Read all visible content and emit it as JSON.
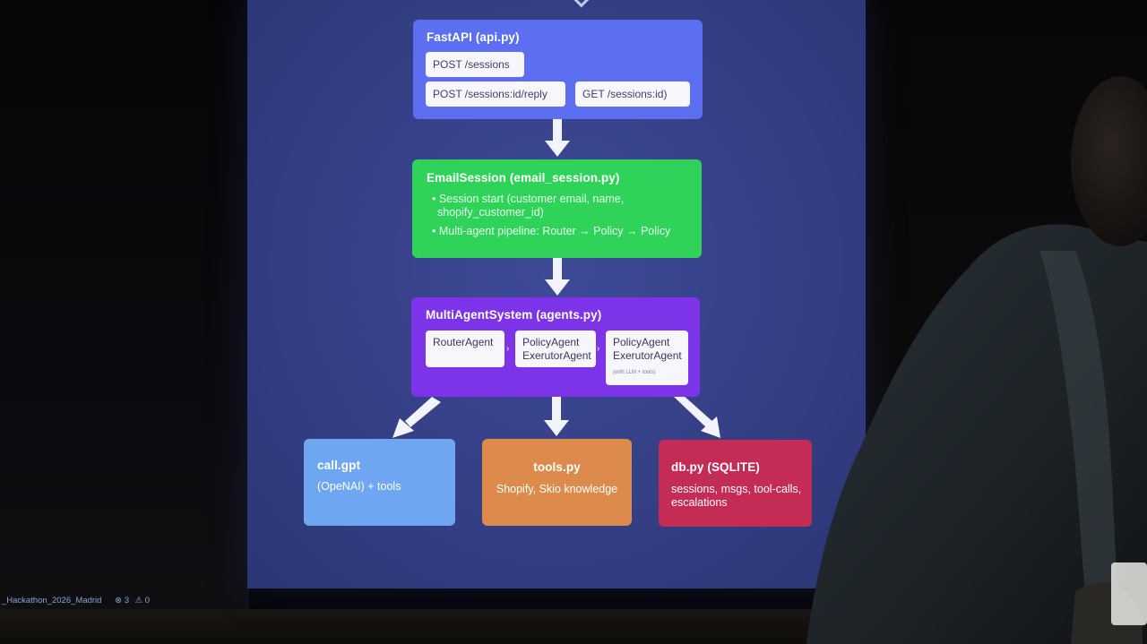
{
  "slide": {
    "fastapi": {
      "title": "FastAPI (api.py)",
      "endpoints": [
        "POST /sessions",
        "POST /sessions:id/reply",
        "GET /sessions:id)"
      ]
    },
    "email_session": {
      "title": "EmailSession (email_session.py)",
      "bullets": [
        "• Session start (customer email, name,",
        "shopify_customer_id)",
        "• Multi-agent pipeline: Router → Policy → Policy"
      ]
    },
    "multi_agent": {
      "title": "MultiAgentSystem (agents.py)",
      "agents": [
        {
          "line1": "RouterAgent",
          "line2": "",
          "note": ""
        },
        {
          "line1": "PolicyAgent",
          "line2": "ExerutorAgent",
          "note": ""
        },
        {
          "line1": "PolicyAgent",
          "line2": "ExerutorAgent",
          "note": "(with LLM + tools)"
        }
      ]
    },
    "call_llm": {
      "title": "call.gpt",
      "desc": "(OpeNAI) + tools"
    },
    "tools": {
      "title": "tools.py",
      "desc": "Shopify, Skio knowledge"
    },
    "db": {
      "title": "db.py (SQLITE)",
      "desc_line1": "sessions, msgs, tool-calls,",
      "desc_line2": "escalations"
    }
  },
  "status_bar": {
    "project": "_Hackathon_2026_Madrid",
    "errors": "⊗ 3",
    "warnings": "⚠ 0"
  },
  "colors": {
    "screen_bg": "#353f86",
    "fastapi": "#5c6ff0",
    "email_session": "#2fd35a",
    "multi_agent": "#7d33e8",
    "call_llm": "#6fa6f1",
    "tools": "#dc8b4c",
    "db": "#c42c56"
  }
}
